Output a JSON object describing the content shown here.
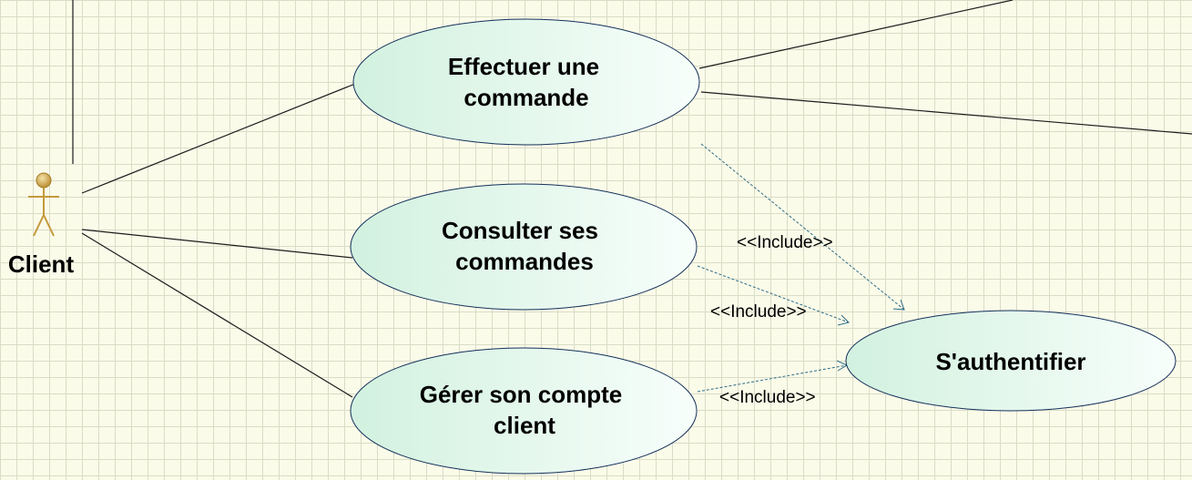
{
  "actor": {
    "label": "Client"
  },
  "use_cases": [
    {
      "id": "uc-effectuer",
      "lines": [
        "Effectuer une",
        "commande"
      ]
    },
    {
      "id": "uc-consulter",
      "lines": [
        "Consulter ses",
        "commandes"
      ]
    },
    {
      "id": "uc-gerer",
      "lines": [
        "Gérer son compte",
        "client"
      ]
    },
    {
      "id": "uc-authentifier",
      "lines": [
        "S'authentifier"
      ]
    }
  ],
  "relations": {
    "include_label": "<<Include>>"
  },
  "colors": {
    "usecase_fill_start": "#d2f1df",
    "usecase_fill_end": "#f7fefb",
    "usecase_stroke": "#14305a",
    "actor": "#c49a3c",
    "include_line": "#2f6d8a",
    "association_line": "#1c1c1c"
  }
}
